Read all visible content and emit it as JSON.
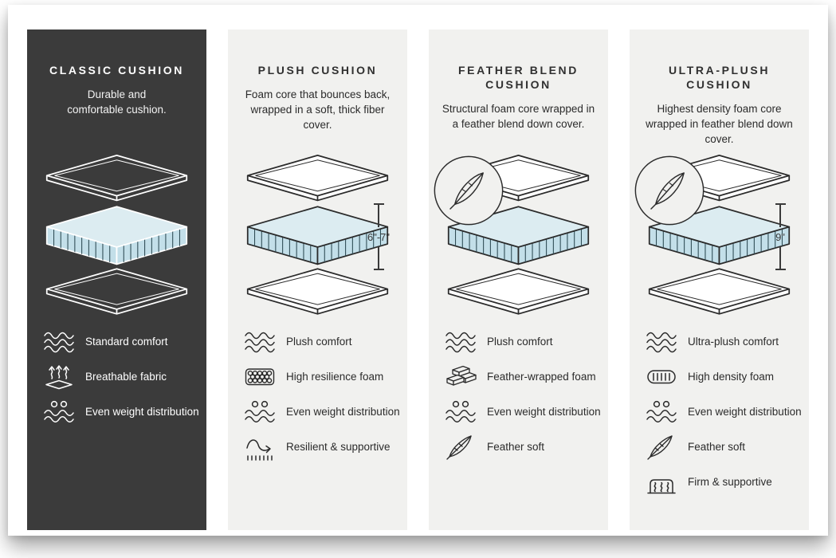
{
  "poster": {
    "columns": [
      {
        "title": "CLASSIC CUSHION",
        "description": "Durable and comfortable cushion.",
        "height_label": "",
        "has_feather_badge": false,
        "theme": "dark",
        "features": [
          {
            "icon": "wave-icon",
            "label": "Standard comfort"
          },
          {
            "icon": "breathable-icon",
            "label": "Breathable fabric"
          },
          {
            "icon": "even-weight-icon",
            "label": "Even weight distribution"
          }
        ]
      },
      {
        "title": "PLUSH CUSHION",
        "description": "Foam core that bounces back, wrapped in a soft, thick fiber cover.",
        "height_label": "6\"-7\"",
        "has_feather_badge": false,
        "theme": "light",
        "features": [
          {
            "icon": "wave-icon",
            "label": "Plush comfort"
          },
          {
            "icon": "foam-cells-icon",
            "label": "High resilience foam"
          },
          {
            "icon": "even-weight-icon",
            "label": "Even weight distribution"
          },
          {
            "icon": "resilient-icon",
            "label": "Resilient & supportive"
          }
        ]
      },
      {
        "title": "FEATHER BLEND CUSHION",
        "description": "Structural foam core wrapped in a feather blend down cover.",
        "height_label": "",
        "has_feather_badge": true,
        "theme": "light",
        "features": [
          {
            "icon": "wave-icon",
            "label": "Plush comfort"
          },
          {
            "icon": "feather-wrapped-foam-icon",
            "label": "Feather-wrapped foam"
          },
          {
            "icon": "even-weight-icon",
            "label": "Even weight distribution"
          },
          {
            "icon": "feather-icon",
            "label": "Feather soft"
          }
        ]
      },
      {
        "title": "ULTRA-PLUSH CUSHION",
        "description": "Highest density foam core wrapped in feather blend down cover.",
        "height_label": "9\"",
        "has_feather_badge": true,
        "theme": "light",
        "features": [
          {
            "icon": "wave-icon",
            "label": "Ultra-plush comfort"
          },
          {
            "icon": "high-density-foam-icon",
            "label": "High density foam"
          },
          {
            "icon": "even-weight-icon",
            "label": "Even weight distribution"
          },
          {
            "icon": "feather-icon",
            "label": "Feather soft"
          },
          {
            "icon": "firm-supportive-icon",
            "label": "Firm & supportive"
          }
        ]
      }
    ],
    "colors": {
      "dark_column_bg": "#3b3b3b",
      "light_column_bg": "#f1f1ef",
      "foam_top": "#dcecf1",
      "foam_side": "#c3dfe9",
      "line_dark": "#2b2b2b",
      "line_light": "#ffffff"
    }
  }
}
